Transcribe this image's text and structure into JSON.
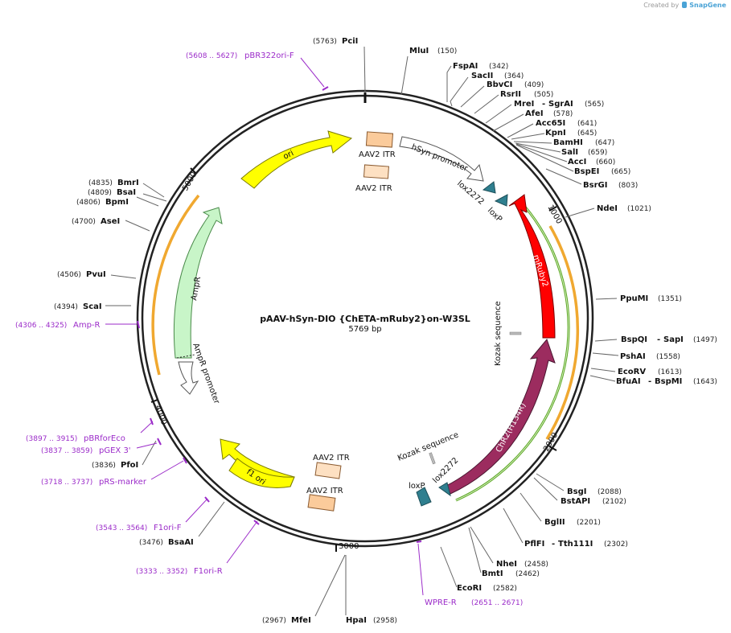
{
  "credit": {
    "created_by": "Created by",
    "brand": "SnapGene"
  },
  "plasmid": {
    "name": "pAAV-hSyn-DIO {ChETA-mRuby2}on-W3SL",
    "length": "5769 bp"
  },
  "ticks": [
    "1000",
    "2000",
    "3000",
    "4000",
    "5000"
  ],
  "enzymes": [
    {
      "name": "PciI",
      "pos": "(5763)"
    },
    {
      "name": "MluI",
      "pos": "(150)"
    },
    {
      "name": "FspAI",
      "pos": "(342)"
    },
    {
      "name": "SacII",
      "pos": "(364)"
    },
    {
      "name": "BbvCI",
      "pos": "(409)"
    },
    {
      "name": "RsrII",
      "pos": "(505)"
    },
    {
      "name": "MreI",
      "name2": "SgrAI",
      "pos": "(565)"
    },
    {
      "name": "AfeI",
      "pos": "(578)"
    },
    {
      "name": "Acc65I",
      "pos": "(641)"
    },
    {
      "name": "KpnI",
      "pos": "(645)"
    },
    {
      "name": "BamHI",
      "pos": "(647)"
    },
    {
      "name": "SalI",
      "pos": "(659)"
    },
    {
      "name": "AccI",
      "pos": "(660)"
    },
    {
      "name": "BspEI",
      "pos": "(665)"
    },
    {
      "name": "BsrGI",
      "pos": "(803)"
    },
    {
      "name": "NdeI",
      "pos": "(1021)"
    },
    {
      "name": "PpuMI",
      "pos": "(1351)"
    },
    {
      "name": "BspQI",
      "name2": "SapI",
      "pos": "(1497)"
    },
    {
      "name": "PshAI",
      "pos": "(1558)"
    },
    {
      "name": "EcoRV",
      "pos": "(1613)"
    },
    {
      "name": "BfuAI",
      "name2": "BspMI",
      "pos": "(1643)"
    },
    {
      "name": "BsgI",
      "pos": "(2088)"
    },
    {
      "name": "BstAPI",
      "pos": "(2102)"
    },
    {
      "name": "BglII",
      "pos": "(2201)"
    },
    {
      "name": "PflFI",
      "name2": "Tth111I",
      "pos": "(2302)"
    },
    {
      "name": "NheI",
      "pos": "(2458)"
    },
    {
      "name": "BmtI",
      "pos": "(2462)"
    },
    {
      "name": "EcoRI",
      "pos": "(2582)"
    },
    {
      "name": "HpaI",
      "pos": "(2958)"
    },
    {
      "name": "MfeI",
      "pos": "(2967)"
    },
    {
      "name": "BsaAI",
      "pos": "(3476)"
    },
    {
      "name": "PfoI",
      "pos": "(3836)"
    },
    {
      "name": "ScaI",
      "pos": "(4394)"
    },
    {
      "name": "PvuI",
      "pos": "(4506)"
    },
    {
      "name": "AseI",
      "pos": "(4700)"
    },
    {
      "name": "BpmI",
      "pos": "(4806)"
    },
    {
      "name": "BsaI",
      "pos": "(4809)"
    },
    {
      "name": "BmrI",
      "pos": "(4835)"
    }
  ],
  "primers": [
    {
      "name": "pBR322ori-F",
      "pos": "(5608 .. 5627)"
    },
    {
      "name": "Amp-R",
      "pos": "(4306 .. 4325)"
    },
    {
      "name": "pBRforEco",
      "pos": "(3897 .. 3915)"
    },
    {
      "name": "pGEX 3'",
      "pos": "(3837 .. 3859)"
    },
    {
      "name": "pRS-marker",
      "pos": "(3718 .. 3737)"
    },
    {
      "name": "F1ori-F",
      "pos": "(3543 .. 3564)"
    },
    {
      "name": "F1ori-R",
      "pos": "(3333 .. 3352)"
    },
    {
      "name": "WPRE-R",
      "pos": "(2651 .. 2671)"
    }
  ],
  "features": {
    "ori": "ori",
    "itr1": "AAV2 ITR",
    "itr2": "AAV2 ITR",
    "itr3": "AAV2 ITR",
    "itr4": "AAV2 ITR",
    "hsyn": "hSyn promoter",
    "lox2272_top": "lox2272",
    "loxp_top": "loxP",
    "mruby2": "mRuby2",
    "kozak1": "Kozak sequence",
    "chr2": "ChR2(H134R)",
    "kozak2": "Kozak sequence",
    "lox2272_bot": "lox2272",
    "loxp_bot": "loxP",
    "f1ori": "f1 ori",
    "ampr": "AmpR",
    "ampr_promoter": "AmpR promoter"
  },
  "colors": {
    "ori": "#ffff00",
    "itr": "#fbcb9b",
    "mruby2": "#ff0000",
    "chr2": "#9c2c5f",
    "lox": "#2f7f8f",
    "ampr": "#c8f5c8",
    "primer": "#9b2bc9",
    "orange_arc": "#f0a830",
    "green_arc": "#5aa620"
  }
}
